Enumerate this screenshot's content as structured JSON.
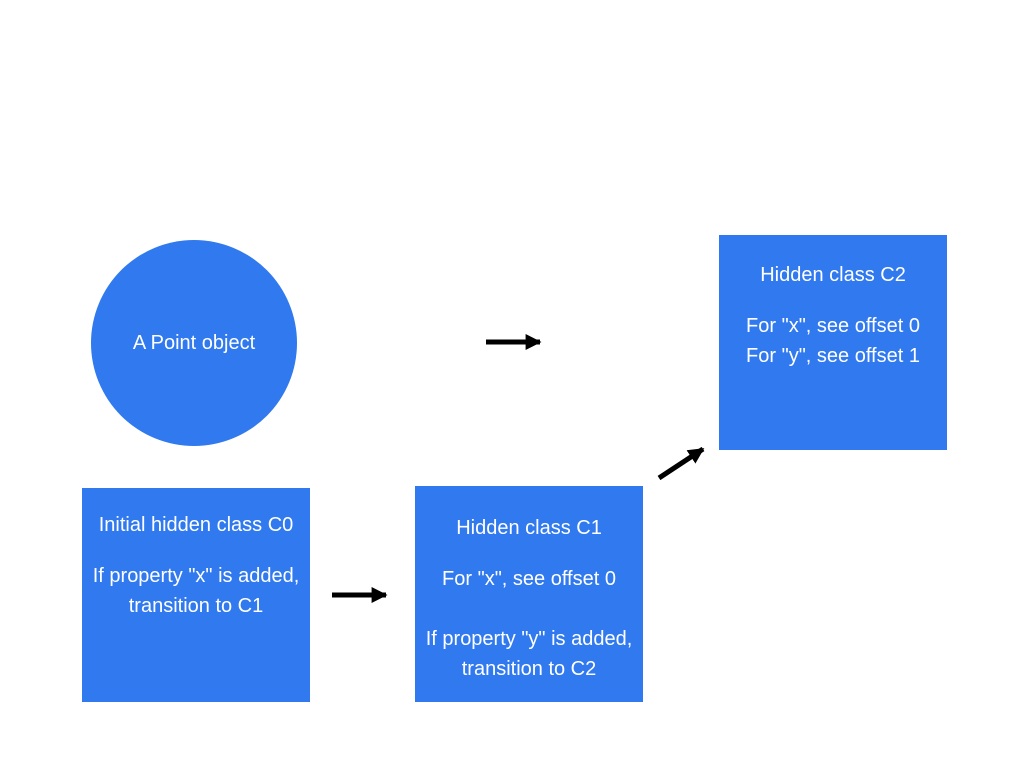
{
  "nodes": {
    "point": {
      "label": "A Point object"
    },
    "c0": {
      "title": "Initial hidden class C0",
      "line1": "If property \"x\" is added,",
      "line2": "transition to C1"
    },
    "c1": {
      "title": "Hidden class C1",
      "offset_x": "For \"x\", see offset 0",
      "line1": "If property \"y\" is added,",
      "line2": "transition to C2"
    },
    "c2": {
      "title": "Hidden class C2",
      "offset_x": "For \"x\", see offset 0",
      "offset_y": "For \"y\", see offset 1"
    }
  },
  "colors": {
    "node_fill": "#3079ef",
    "node_text": "#ffffff",
    "arrow": "#000000"
  }
}
